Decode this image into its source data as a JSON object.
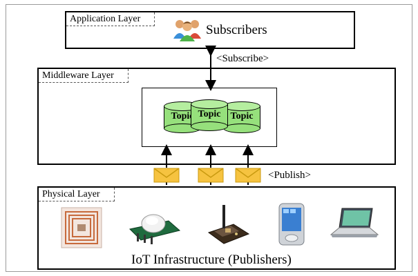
{
  "layers": {
    "application": {
      "tab": "Application Layer",
      "title": "Subscribers"
    },
    "middleware": {
      "tab": "Middleware Layer",
      "topics": [
        "Topic",
        "Topic",
        "Topic"
      ]
    },
    "physical": {
      "tab": "Physical Layer",
      "title": "IoT Infrastructure (Publishers)"
    }
  },
  "connectors": {
    "subscribe": "<Subscribe>",
    "publish": "<Publish>"
  },
  "devices": [
    "rfid-tag-icon",
    "pir-sensor-icon",
    "wireless-board-icon",
    "pda-icon",
    "laptop-icon"
  ],
  "colors": {
    "topic": "#96e07c",
    "envelope": "#f6c340"
  }
}
